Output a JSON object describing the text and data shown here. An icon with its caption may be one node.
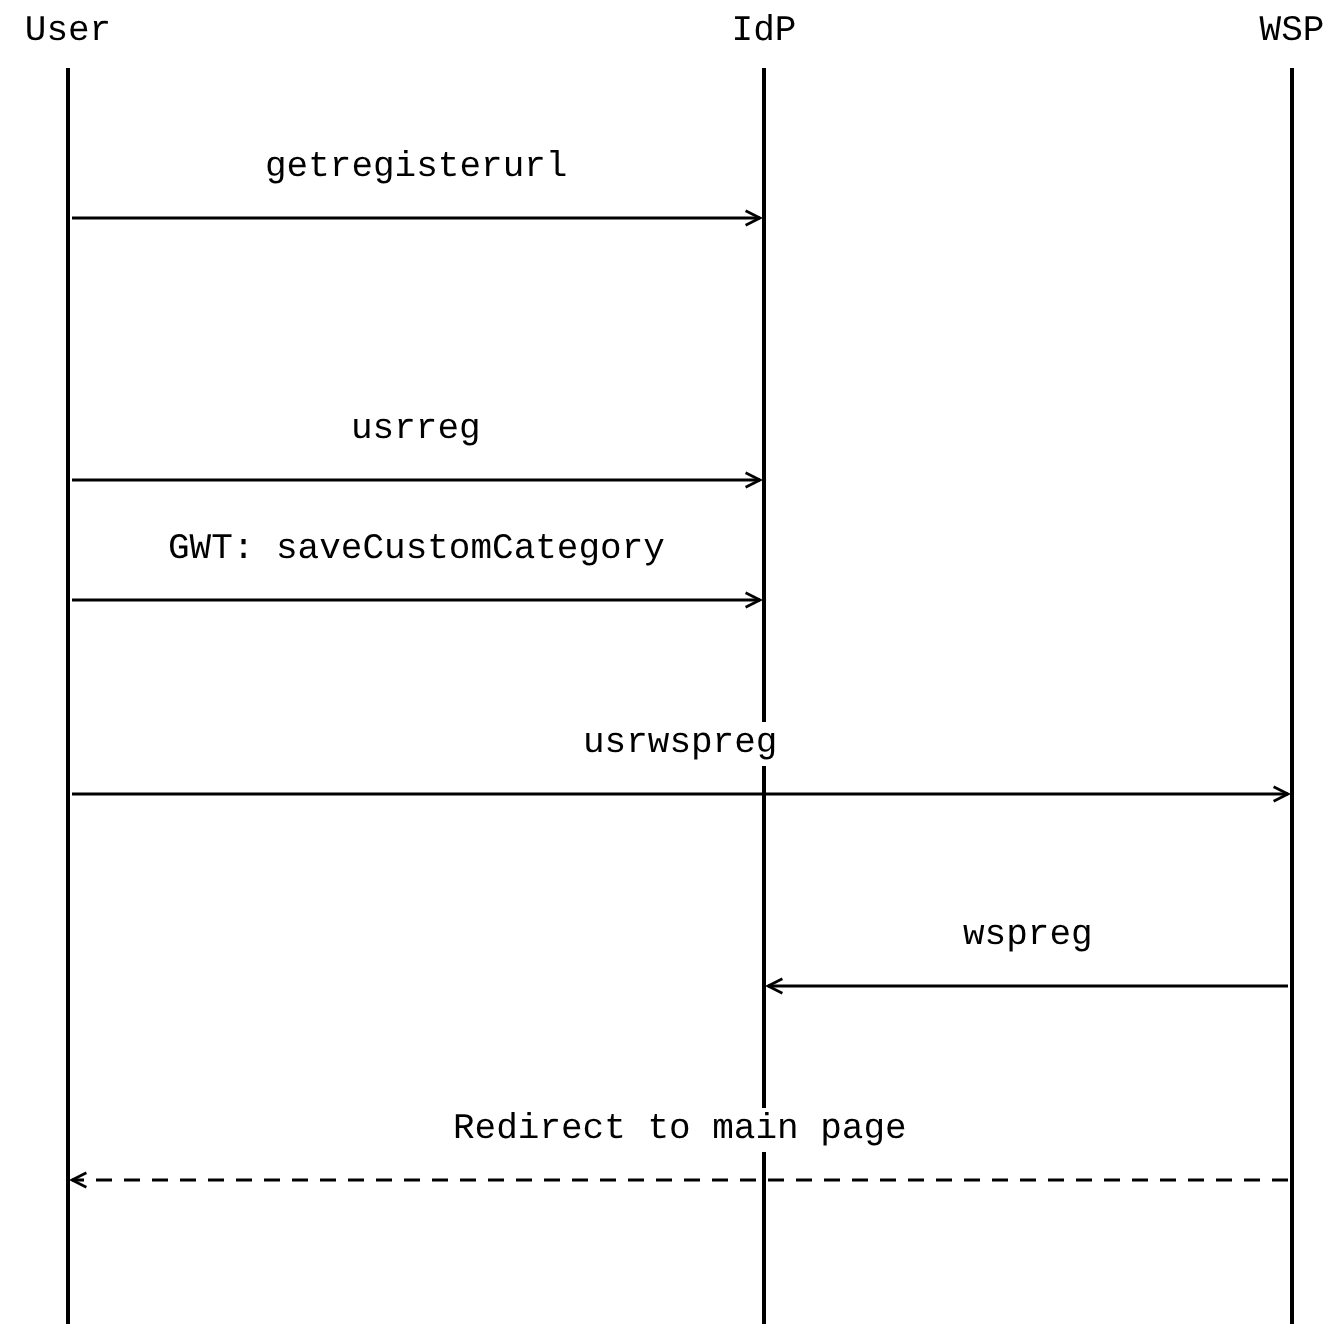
{
  "diagram": {
    "nodes": [
      {
        "text": [
          "User"
        ]
      },
      {
        "text": [
          "IdP"
        ]
      },
      {
        "text": [
          "WSP"
        ]
      }
    ],
    "edges": [
      {
        "from": 0,
        "to": 1,
        "arrow": "to",
        "label": "getregisterurl"
      },
      {
        "from": 0,
        "to": 1,
        "arrow": "to",
        "label": "usrreg"
      },
      {
        "from": 0,
        "to": 1,
        "arrow": "to",
        "label": "GWT: saveCustomCategory"
      },
      {
        "from": 0,
        "to": 2,
        "arrow": "to",
        "label": "usrwspreg"
      },
      {
        "from": 2,
        "to": 1,
        "arrow": "to",
        "label": "wspreg"
      },
      {
        "from": 2,
        "to": 0,
        "arrow": "to",
        "label": "Redirect to main page",
        "style": "dashed"
      }
    ]
  }
}
